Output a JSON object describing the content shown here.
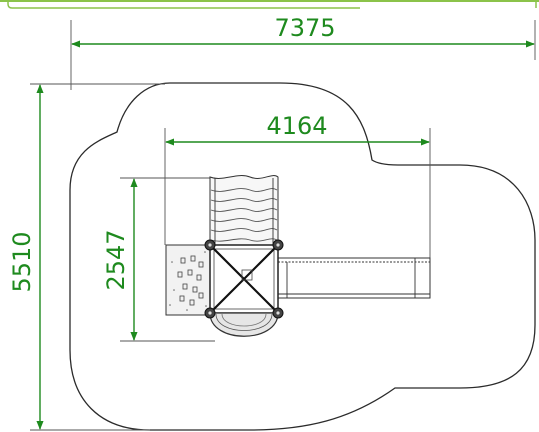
{
  "dimensions": {
    "overall_width": "7375",
    "overall_height": "5510",
    "structure_width": "4164",
    "structure_height": "2547"
  },
  "colors": {
    "dimension": "#1e8a1e",
    "outline": "#333333",
    "frame_border": "#8bc34a"
  }
}
